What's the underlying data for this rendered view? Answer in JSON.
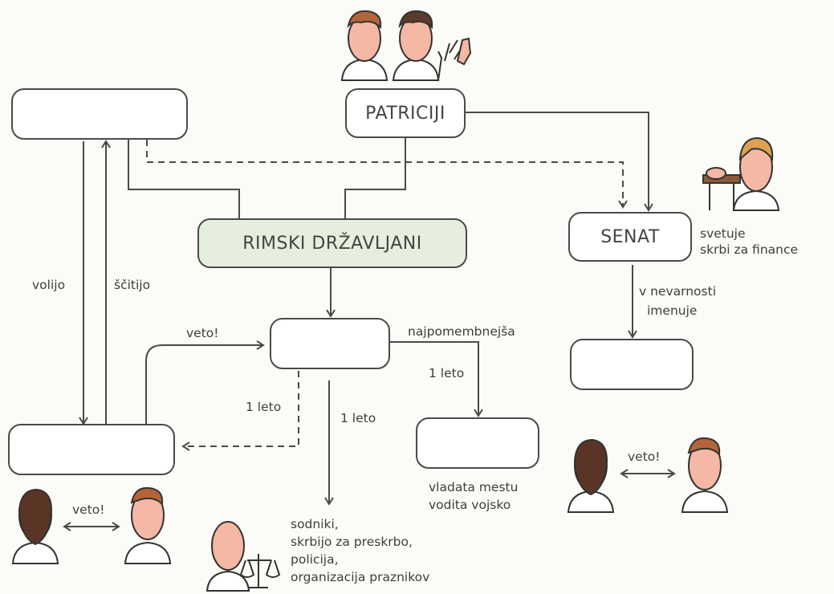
{
  "boxes": {
    "top_left": "",
    "patriciji": "PATRICIJI",
    "rimski": "RIMSKI DRŽAVLJANI",
    "senat": "SENAT",
    "center": "",
    "senat_sub": "",
    "bottom_left": "",
    "bottom_mid": ""
  },
  "labels": {
    "volijo": "volijo",
    "scitijo": "ščitijo",
    "veto_top": "veto!",
    "najpomembnejsa": "najpomembnejša",
    "leto_right": "1 leto",
    "leto_left": "1 leto",
    "leto_mid": "1 leto",
    "senat_desc_1": "svetuje",
    "senat_desc_2": "skrbi za finance",
    "nevarnost_1": "v nevarnosti",
    "nevarnost_2": "imenuje",
    "vladata_1": "vladata mestu",
    "vladata_2": "vodita vojsko",
    "veto_bl": "veto!",
    "veto_br": "veto!",
    "duties": [
      "sodniki,",
      "skrbijo za preskrbo,",
      "policija,",
      "organizacija praznikov"
    ]
  },
  "icons": [
    "patrician-figures-icon",
    "senator-figure-icon",
    "tribune-figures-icon",
    "consul-figures-icon",
    "judge-figure-icon"
  ]
}
